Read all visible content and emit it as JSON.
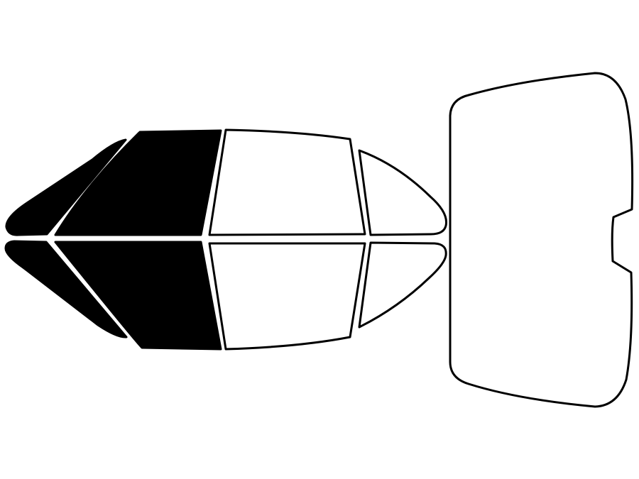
{
  "colors": {
    "tinted": "#000000",
    "clear": "#ffffff",
    "outline": "#000000",
    "background": "#ffffff"
  },
  "panes": {
    "upper_quarter_glass": "tinted",
    "upper_rear_door": "tinted",
    "upper_front_door": "clear",
    "upper_vent": "clear",
    "lower_quarter_glass": "tinted",
    "lower_rear_door": "tinted",
    "lower_front_door": "clear",
    "lower_vent": "clear",
    "rear_windshield": "clear"
  }
}
